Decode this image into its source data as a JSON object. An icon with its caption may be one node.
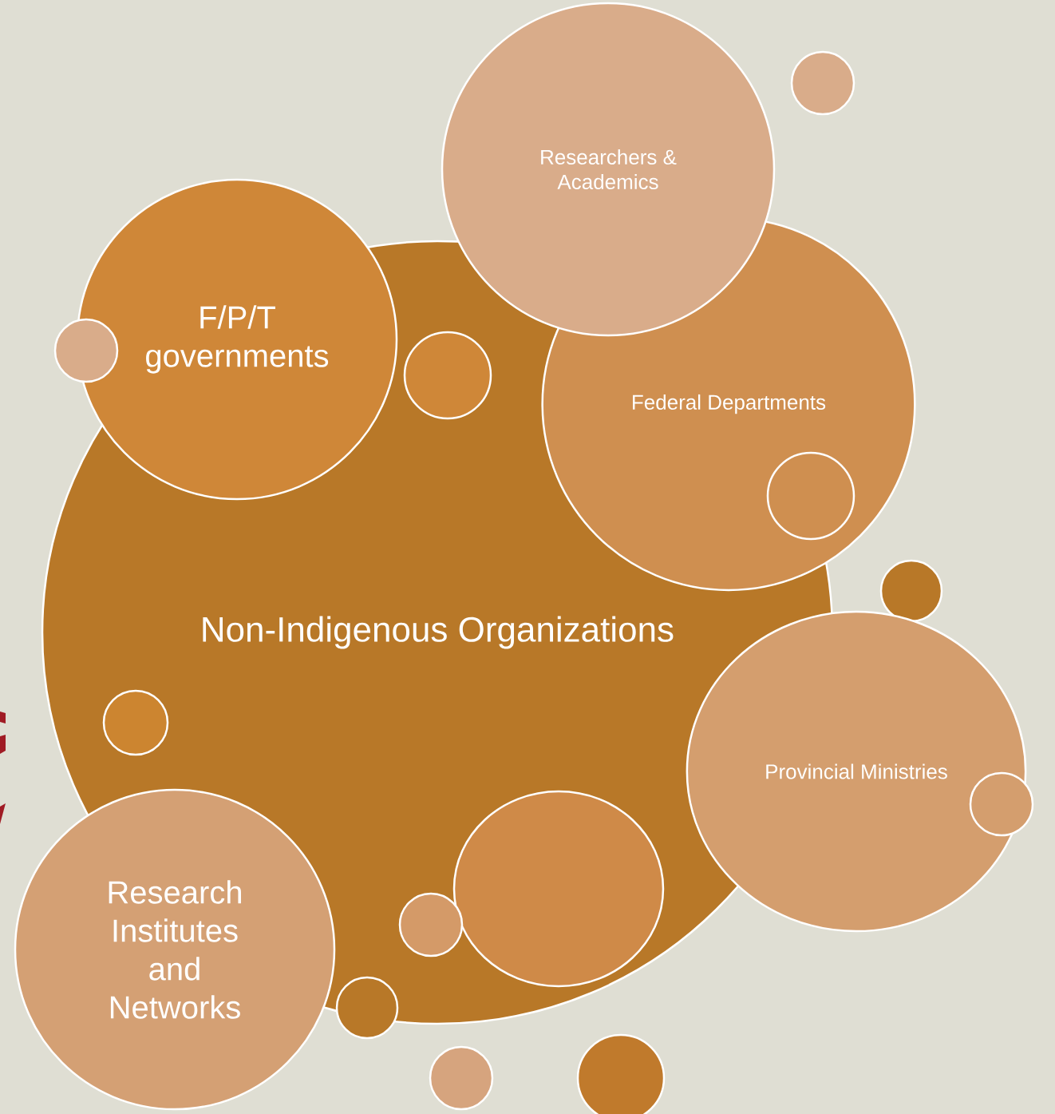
{
  "diagram": {
    "nodes": [
      {
        "text": [
          "Researchers & Academics"
        ]
      },
      {
        "text": [],
        "shape": "circle"
      },
      {
        "text": [
          "F/P/T governments"
        ]
      },
      {
        "text": [],
        "shape": "circle"
      },
      {
        "text": [
          "Non-Indigenous Organizations"
        ]
      },
      {
        "text": [],
        "shape": "circle",
        "in": 4
      },
      {
        "text": [
          "Federal Departments"
        ]
      },
      {
        "text": [],
        "shape": "circle",
        "in": 6
      },
      {
        "text": [],
        "shape": "circle"
      },
      {
        "text": [
          "Provincial Ministries"
        ]
      },
      {
        "text": [],
        "shape": "circle"
      },
      {
        "text": [],
        "shape": "circle",
        "in": 4
      },
      {
        "text": [],
        "shape": "circle",
        "in": 4
      },
      {
        "text": [],
        "shape": "circle",
        "in": 4
      },
      {
        "text": [
          "Research Institutes and Networks"
        ]
      },
      {
        "text": [],
        "shape": "circle"
      },
      {
        "text": [],
        "shape": "circle"
      },
      {
        "text": [],
        "shape": "circle"
      }
    ]
  }
}
